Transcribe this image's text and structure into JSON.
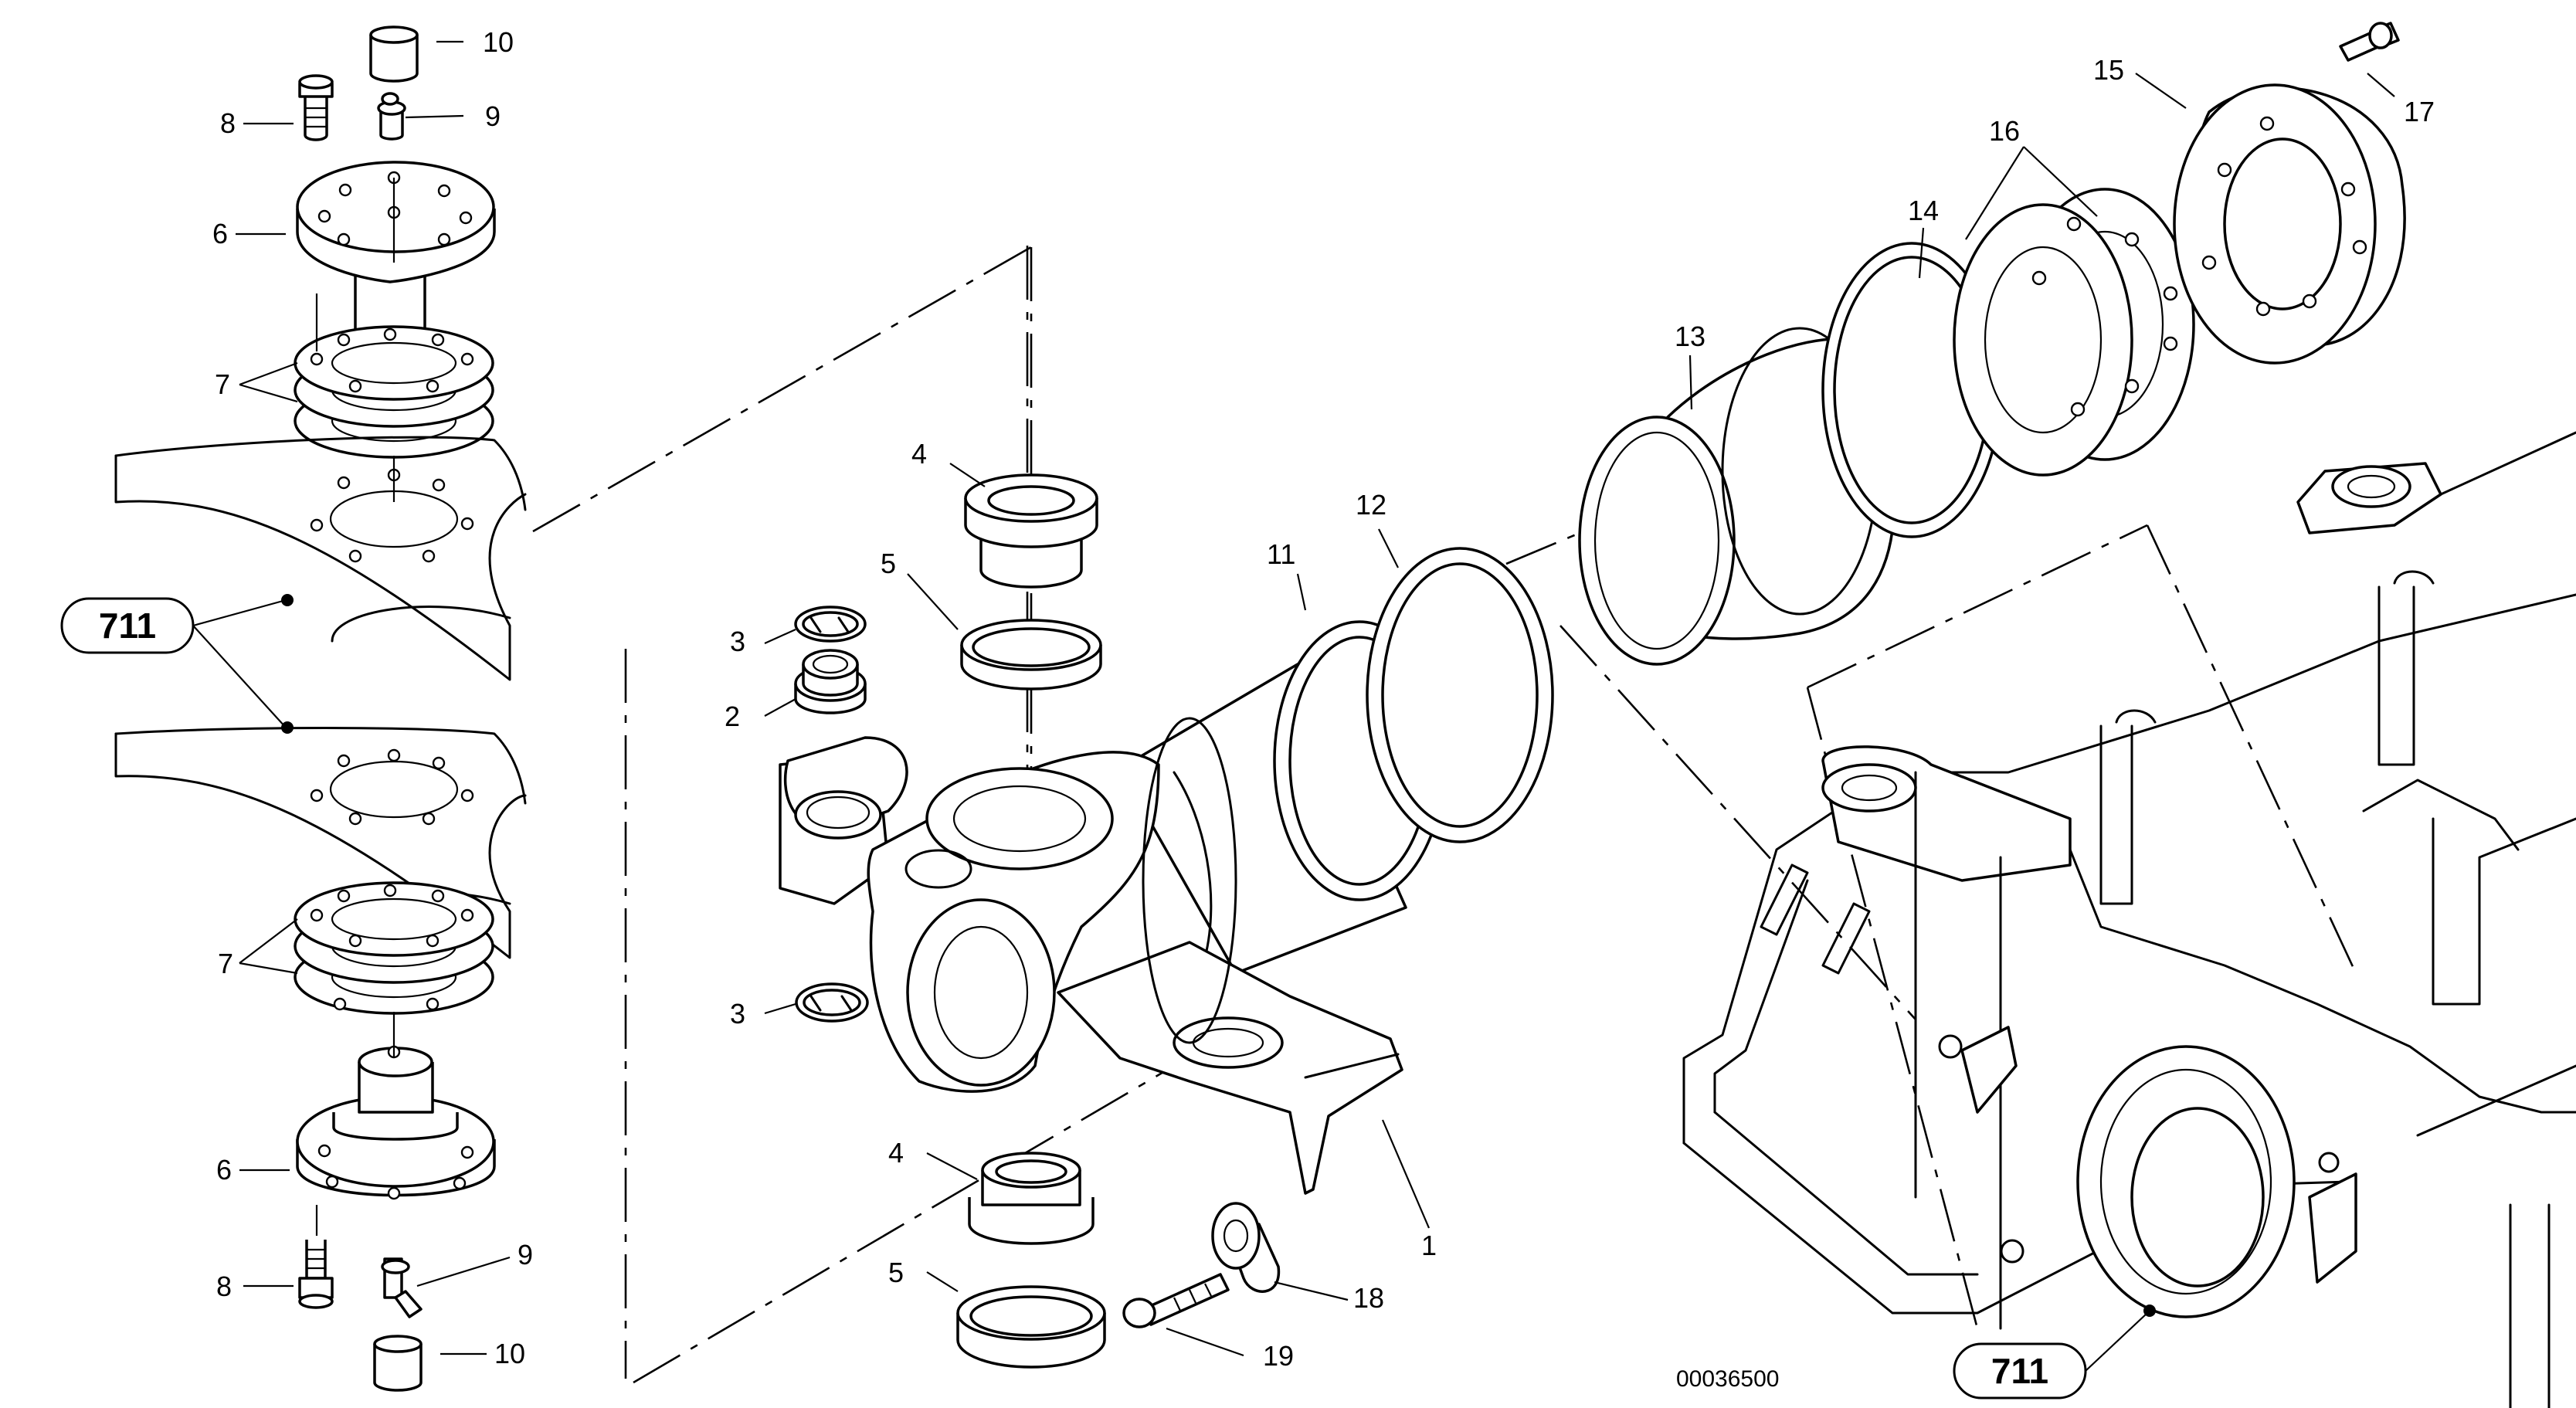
{
  "drawing": {
    "number": "00036500",
    "assembly_ref": "711"
  },
  "callouts": {
    "c1": "1",
    "c2": "2",
    "c3": "3",
    "c4": "4",
    "c5": "5",
    "c6": "6",
    "c7": "7",
    "c8": "8",
    "c9": "9",
    "c10": "10",
    "c11": "11",
    "c12": "12",
    "c13": "13",
    "c14": "14",
    "c15": "15",
    "c16": "16",
    "c17": "17",
    "c18": "18",
    "c19": "19"
  }
}
